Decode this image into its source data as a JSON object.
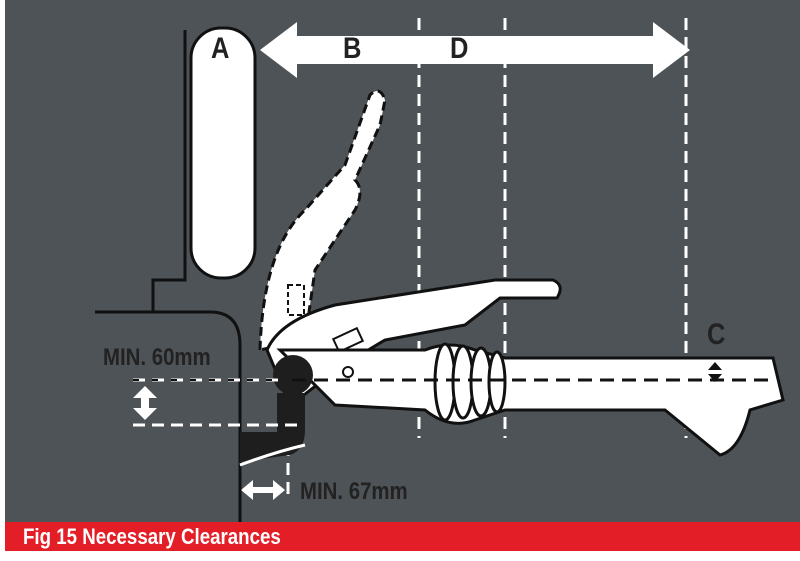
{
  "labels": {
    "a": "A",
    "b": "B",
    "c": "C",
    "d": "D"
  },
  "dimensions": {
    "min_height": "MIN. 60mm",
    "min_width": "MIN. 67mm"
  },
  "caption": "Fig 15  Necessary Clearances",
  "colors": {
    "background": "#4d5357",
    "caption_band": "#e31e26",
    "line_art": "#ffffff",
    "ink": "#1e1e1e"
  }
}
